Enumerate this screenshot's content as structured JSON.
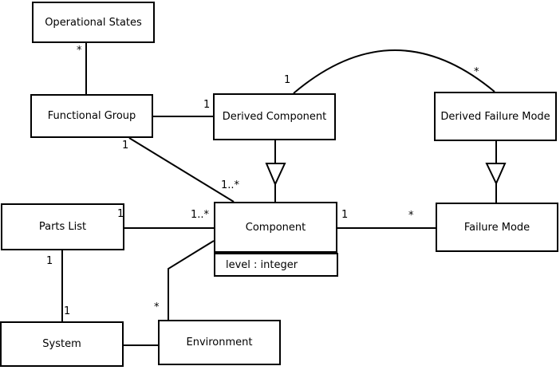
{
  "diagram": {
    "type": "uml-class-diagram",
    "background_color": "#ffffff",
    "line_color": "#000000",
    "box_fill": "#ffffff",
    "classes": {
      "operational_states": {
        "label": "Operational States"
      },
      "functional_group": {
        "label": "Functional Group"
      },
      "derived_component": {
        "label": "Derived Component"
      },
      "derived_failure_mode": {
        "label": "Derived Failure Mode"
      },
      "parts_list": {
        "label": "Parts List"
      },
      "component": {
        "label": "Component",
        "attribute": "level : integer"
      },
      "failure_mode": {
        "label": "Failure Mode"
      },
      "system": {
        "label": "System"
      },
      "environment": {
        "label": "Environment"
      }
    },
    "multiplicities": {
      "os_fg_os_end": "*",
      "fg_dc_dc_end": "1",
      "dc_dfm_dc_end": "1",
      "dc_dfm_dfm_end": "*",
      "fg_comp_fg_end": "1",
      "fg_comp_comp_end": "1..*",
      "pl_comp_pl_end": "1",
      "pl_comp_comp_end": "1..*",
      "comp_fm_comp_end": "1",
      "comp_fm_fm_end": "*",
      "pl_sys_pl_end": "1",
      "pl_sys_sys_end": "1",
      "env_comp_env_end": "*"
    },
    "associations": [
      {
        "between": [
          "Operational States",
          "Functional Group"
        ],
        "labels": [
          "*"
        ]
      },
      {
        "between": [
          "Functional Group",
          "Derived Component"
        ],
        "labels": [
          "1"
        ]
      },
      {
        "between": [
          "Derived Component",
          "Derived Failure Mode"
        ],
        "labels": [
          "1",
          "*"
        ],
        "shape": "arc"
      },
      {
        "between": [
          "Functional Group",
          "Component"
        ],
        "labels": [
          "1",
          "1..*"
        ]
      },
      {
        "between": [
          "Parts List",
          "Component"
        ],
        "labels": [
          "1",
          "1..*"
        ]
      },
      {
        "between": [
          "Component",
          "Failure Mode"
        ],
        "labels": [
          "1",
          "*"
        ]
      },
      {
        "between": [
          "Parts List",
          "System"
        ],
        "labels": [
          "1",
          "1"
        ]
      },
      {
        "between": [
          "System",
          "Environment"
        ],
        "labels": []
      },
      {
        "between": [
          "Environment",
          "Component"
        ],
        "labels": [
          "*"
        ]
      }
    ],
    "generalizations": [
      {
        "child": "Derived Component",
        "parent": "Component"
      },
      {
        "child": "Derived Failure Mode",
        "parent": "Failure Mode"
      }
    ]
  }
}
